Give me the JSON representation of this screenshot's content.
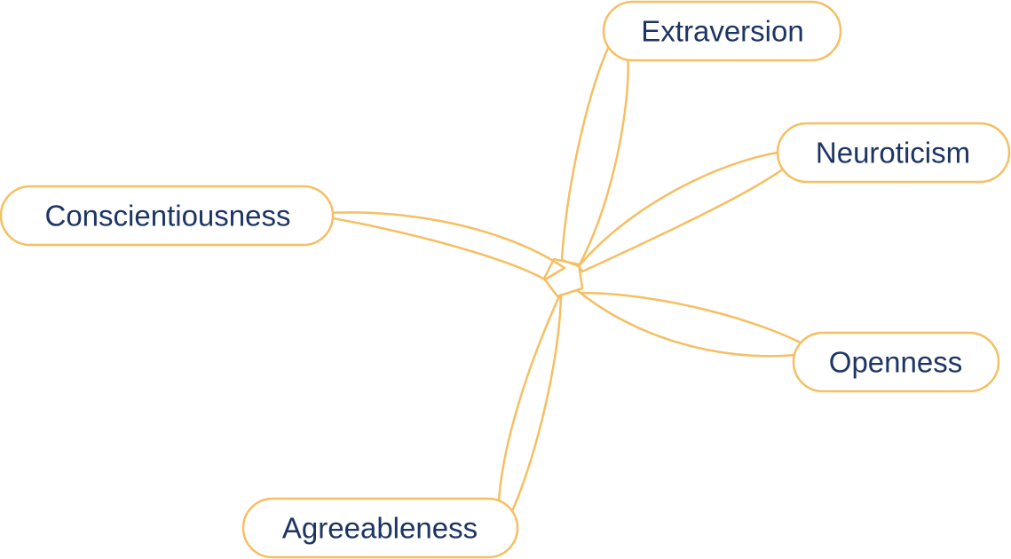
{
  "diagram": {
    "colors": {
      "stroke": "#f5bf63",
      "text": "#1c3563",
      "background": "#ffffff"
    },
    "nodes": [
      {
        "id": "extraversion",
        "label": "Extraversion"
      },
      {
        "id": "neuroticism",
        "label": "Neuroticism"
      },
      {
        "id": "conscientiousness",
        "label": "Conscientiousness"
      },
      {
        "id": "openness",
        "label": "Openness"
      },
      {
        "id": "agreeableness",
        "label": "Agreeableness"
      }
    ]
  }
}
